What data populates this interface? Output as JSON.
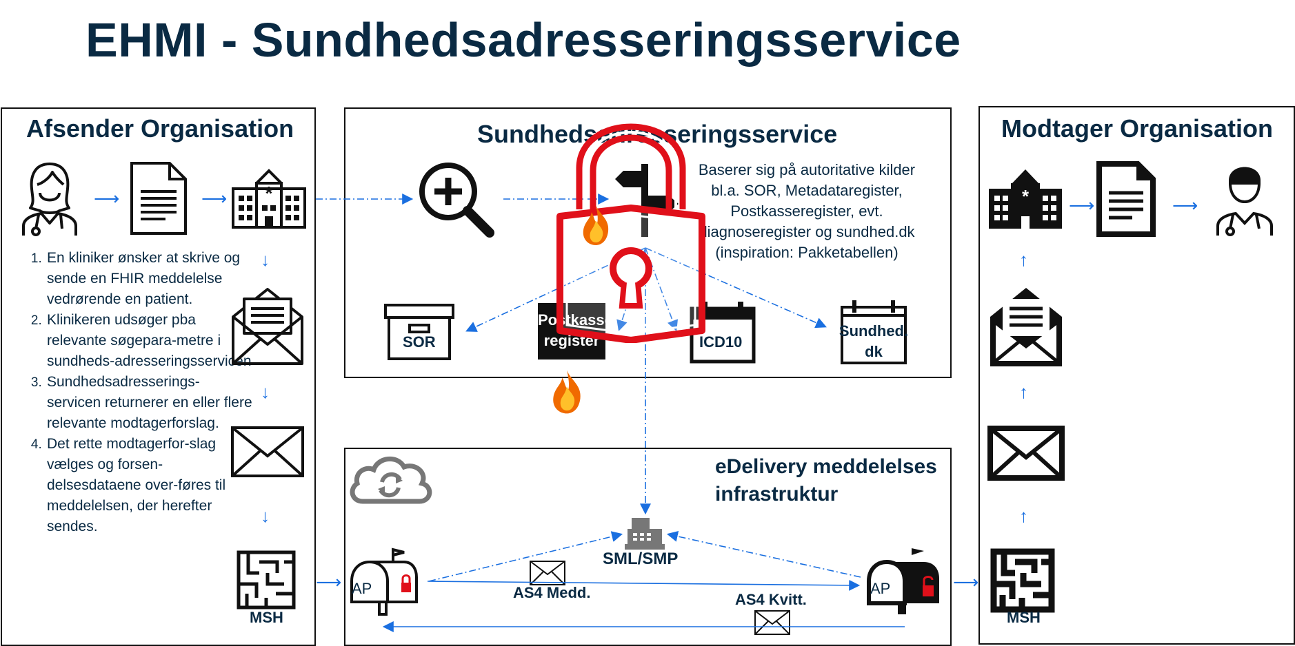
{
  "title": "EHMI - Sundhedsadresseringsservice",
  "sender": {
    "heading": "Afsender Organisation",
    "steps": [
      "En kliniker ønsker at skrive og sende en FHIR meddelelse vedrørende en patient.",
      "Klinikeren udsøger pba relevante søgepara-metre i sundheds-adresseringsservicen",
      "Sundhedsadresserings-servicen returnerer en eller flere relevante modtagerforslag.",
      "Det rette modtagerfor-slag vælges og forsen-delsesdataene over-føres til meddelelsen, der herefter sendes."
    ],
    "msh_label": "MSH"
  },
  "service": {
    "heading": "Sundhedsadresseringsservice",
    "description_lines": [
      "Baserer sig på autoritative kilder",
      "bl.a. SOR, Metadataregister,",
      "Postkasseregister, evt.",
      "diagnoseregister og sundhed.dk",
      "(inspiration: Pakketabellen)"
    ],
    "sources": {
      "sor": "SOR",
      "postkasse_line1": "Postkasse",
      "postkasse_line2": "register",
      "icd": "ICD10",
      "sundhed_line1": "Sundhed.",
      "sundhed_line2": "dk"
    }
  },
  "receiver": {
    "heading": "Modtager Organisation",
    "msh_label": "MSH"
  },
  "edelivery": {
    "heading_line1": "eDelivery meddelelses",
    "heading_line2": "infrastruktur",
    "sml_label": "SML/SMP",
    "ap_left": "AP",
    "ap_right": "AP",
    "as4_medd": "AS4 Medd.",
    "as4_kvitt": "AS4 Kvitt."
  },
  "colors": {
    "navy": "#0a2a43",
    "arrow_blue": "#1a6fe0",
    "lock_red": "#e0101a",
    "lock_white": "#ffffff"
  },
  "icons": [
    "doctor-female-icon",
    "document-icon",
    "hospital-icon",
    "open-envelope-icon",
    "envelope-icon",
    "maze-icon",
    "magnifier-plus-icon",
    "signpost-icon",
    "archive-box-icon",
    "calendar-icon",
    "cloud-sync-icon",
    "mailbox-icon",
    "cash-register-icon",
    "padlock-icon",
    "fire-icon",
    "doctor-male-icon"
  ]
}
